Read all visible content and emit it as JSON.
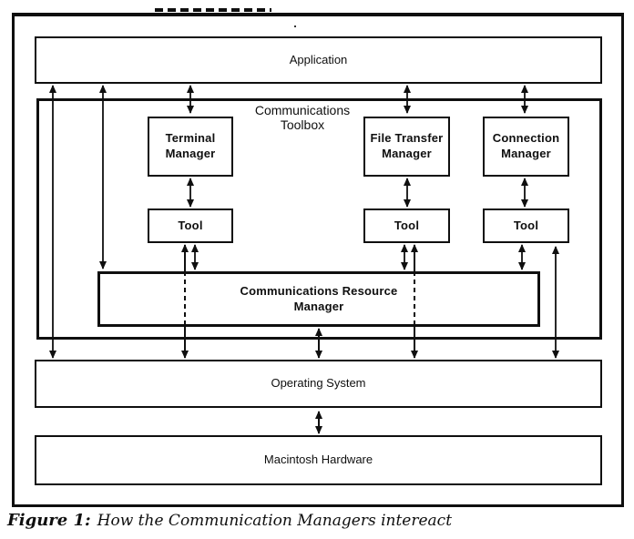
{
  "colors": {
    "ink": "#0f0f0f",
    "paper": "#ffffff"
  },
  "boxes": {
    "application": {
      "label": "Application"
    },
    "toolbox": {
      "title_line1": "Communications",
      "title_line2": "Toolbox"
    },
    "managers": [
      {
        "lines": [
          "Terminal",
          "Manager"
        ]
      },
      {
        "lines": [
          "File Transfer",
          "Manager"
        ]
      },
      {
        "lines": [
          "Connection",
          "Manager"
        ]
      }
    ],
    "tools": [
      {
        "label": "Tool"
      },
      {
        "label": "Tool"
      },
      {
        "label": "Tool"
      }
    ],
    "resource_manager": {
      "lines": [
        "Communications Resource",
        "Manager"
      ]
    },
    "operating_system": {
      "label": "Operating System"
    },
    "hardware": {
      "label": "Macintosh Hardware"
    }
  },
  "connections": [
    {
      "from": "Application",
      "to": "Operating System",
      "style": "solid",
      "arrows": "both"
    },
    {
      "from": "Application",
      "to": "Communications Resource Manager",
      "style": "solid",
      "arrows": "both"
    },
    {
      "from": "Application",
      "to": "Terminal Manager",
      "style": "solid",
      "arrows": "both"
    },
    {
      "from": "Application",
      "to": "File Transfer Manager",
      "style": "solid",
      "arrows": "both"
    },
    {
      "from": "Application",
      "to": "Connection Manager",
      "style": "solid",
      "arrows": "both"
    },
    {
      "from": "Terminal Manager",
      "to": "Tool",
      "style": "solid",
      "arrows": "both"
    },
    {
      "from": "File Transfer Manager",
      "to": "Tool",
      "style": "solid",
      "arrows": "both"
    },
    {
      "from": "Connection Manager",
      "to": "Tool",
      "style": "solid",
      "arrows": "both"
    },
    {
      "from": "Tool (Terminal)",
      "to": "Communications Resource Manager",
      "style": "solid",
      "arrows": "both"
    },
    {
      "from": "Tool (File Transfer)",
      "to": "Communications Resource Manager",
      "style": "solid",
      "arrows": "both"
    },
    {
      "from": "Tool (Connection)",
      "to": "Communications Resource Manager",
      "style": "solid",
      "arrows": "both"
    },
    {
      "from": "Tool (Terminal)",
      "to": "Operating System",
      "style": "dashed-through-resource-manager",
      "arrows": "both"
    },
    {
      "from": "Tool (File Transfer)",
      "to": "Operating System",
      "style": "dashed-through-resource-manager",
      "arrows": "both"
    },
    {
      "from": "Tool (Connection)",
      "to": "Operating System",
      "style": "solid",
      "arrows": "both"
    },
    {
      "from": "Communications Resource Manager",
      "to": "Operating System",
      "style": "solid",
      "arrows": "both"
    },
    {
      "from": "Operating System",
      "to": "Macintosh Hardware",
      "style": "solid",
      "arrows": "both"
    }
  ],
  "caption": {
    "label": "Figure 1:",
    "text": "How the Communication Managers intereact"
  }
}
